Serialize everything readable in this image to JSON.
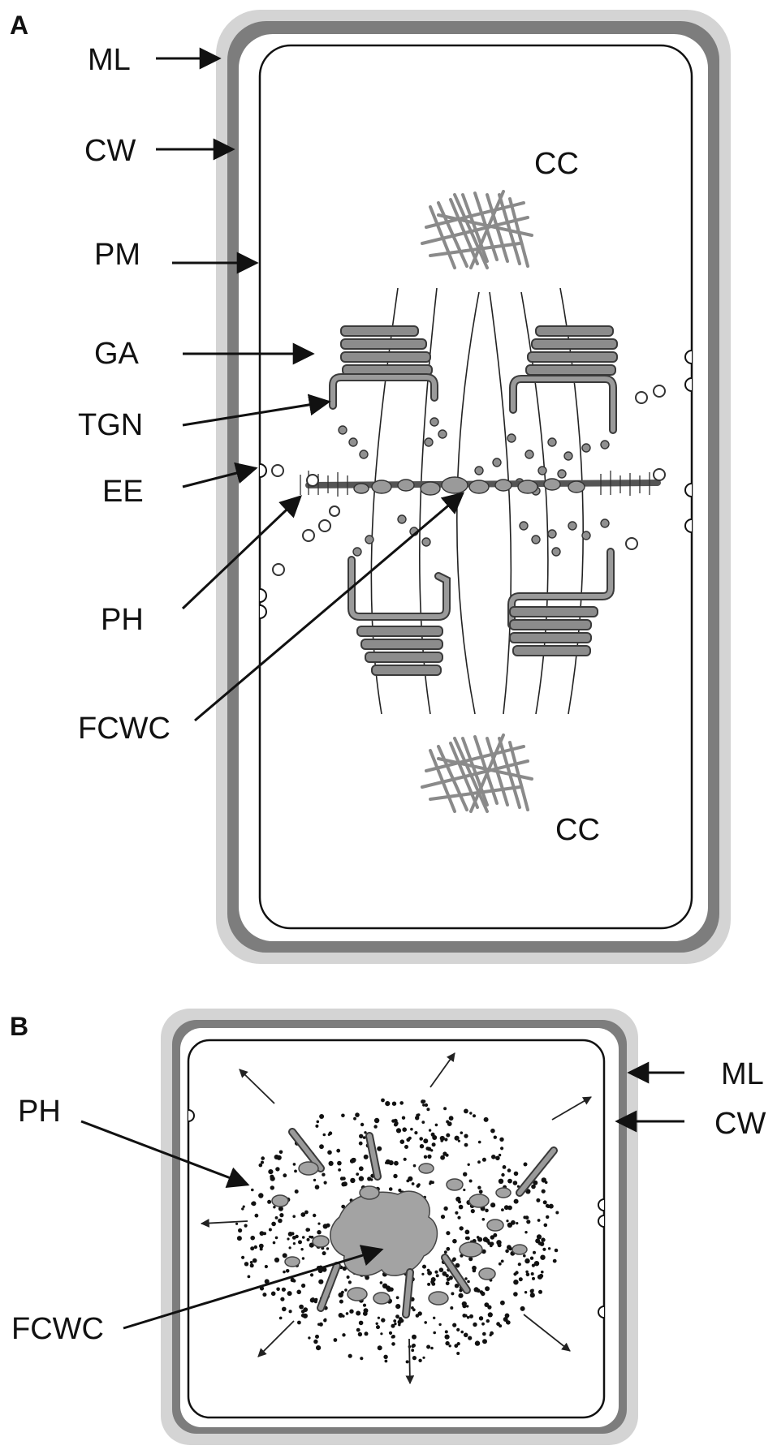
{
  "panels": [
    {
      "id": "A",
      "label": "A",
      "labels": {
        "ml": "ML",
        "cw": "CW",
        "pm": "PM",
        "ga": "GA",
        "tgn": "TGN",
        "ee": "EE",
        "ph": "PH",
        "fcwc": "FCWC",
        "cc_top": "CC",
        "cc_bottom": "CC"
      }
    },
    {
      "id": "B",
      "label": "B",
      "labels": {
        "ph": "PH",
        "fcwc": "FCWC",
        "ml": "ML",
        "cw": "CW"
      }
    }
  ],
  "colors": {
    "middle_lamella": "#d4d4d4",
    "cell_wall": "#7d7d7d",
    "organelle": "#8c8c8c",
    "chromosome": "#8a8a8a",
    "outline": "#111111"
  }
}
